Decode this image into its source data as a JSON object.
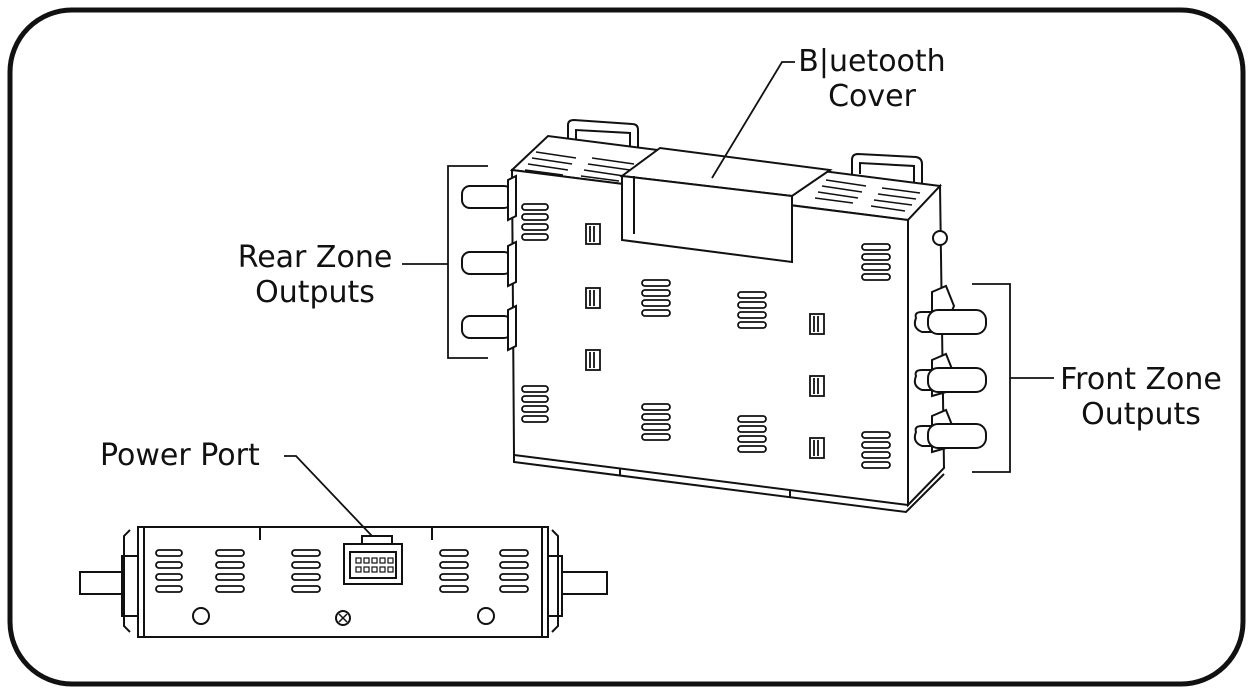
{
  "labels": {
    "bluetooth_cover": [
      "B|uetooth",
      "Cover"
    ],
    "rear_zone_outputs": [
      "Rear Zone",
      "Outputs"
    ],
    "front_zone_outputs": [
      "Front Zone",
      "Outputs"
    ],
    "power_port": "Power Port"
  },
  "colors": {
    "stroke": "#111111",
    "fill": "#ffffff",
    "background": "#ffffff"
  }
}
